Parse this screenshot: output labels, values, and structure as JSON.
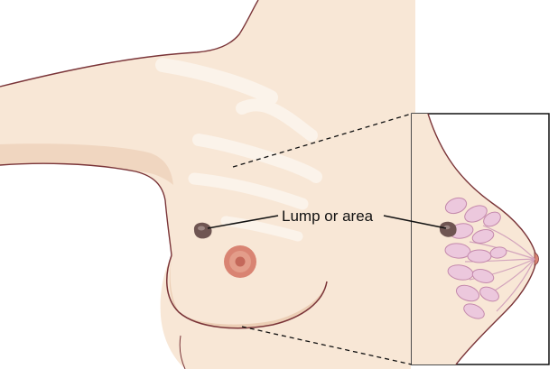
{
  "diagram": {
    "callout_label": "Lump or area",
    "colors": {
      "skin_light": "#f8e7d6",
      "skin_shadow": "#eccfb6",
      "rib": "#fbf3ea",
      "outline": "#7a3438",
      "areola": "#d98473",
      "lobule_fill": "#ecc8dd",
      "lobule_stroke": "#c489ac",
      "duct": "#d3a4bc",
      "lump": "#6f5552",
      "inset_border": "#111111",
      "leader_line": "#111111"
    },
    "icons": [
      "arm-and-torso-illustration",
      "breast-cross-section-illustration",
      "lump-marker"
    ]
  }
}
